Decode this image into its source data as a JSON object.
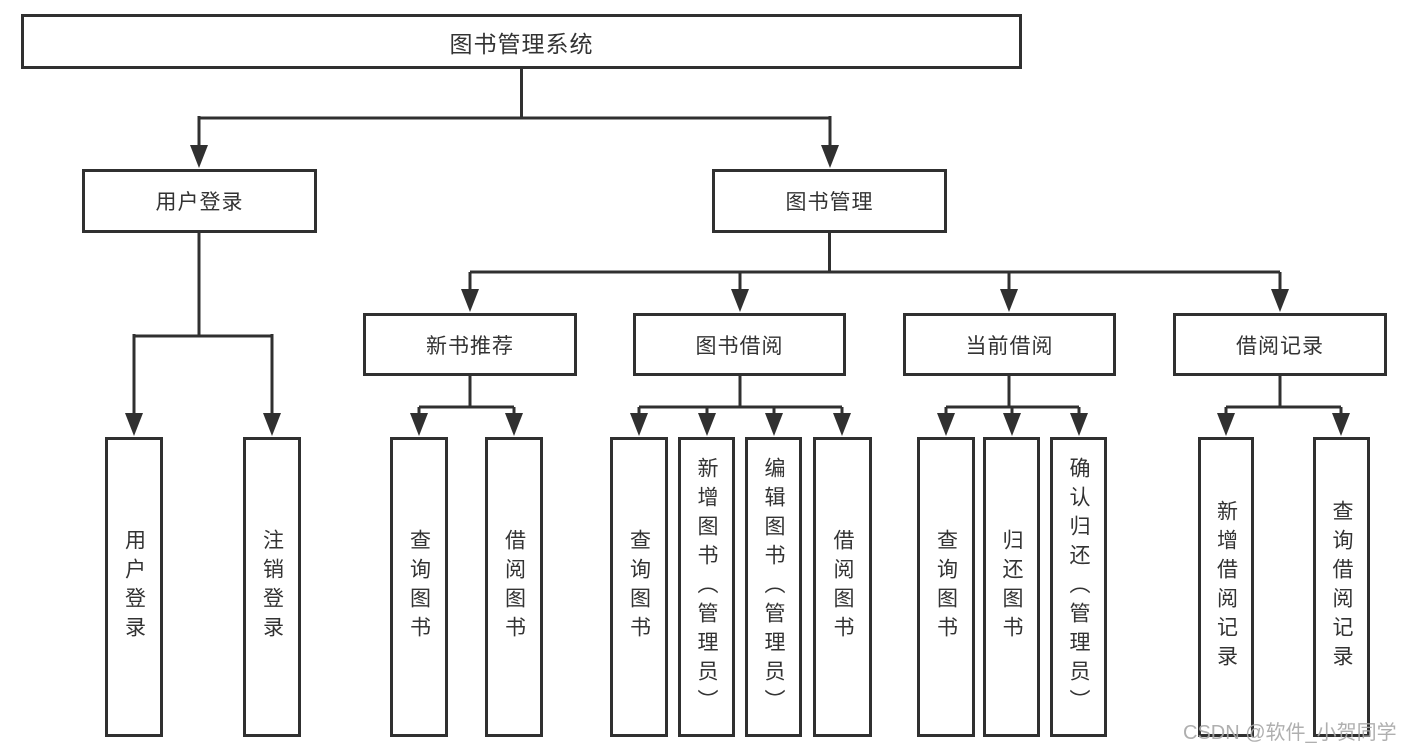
{
  "diagram": {
    "title": "图书管理系统",
    "level2": {
      "user_login": "用户登录",
      "book_mgmt": "图书管理"
    },
    "level3": {
      "new_book_rec": "新书推荐",
      "book_borrow": "图书借阅",
      "current_borrow": "当前借阅",
      "borrow_records": "借阅记录"
    },
    "leaves": {
      "user_login": "用户登录",
      "logout": "注销登录",
      "rec_query_book": "查询图书",
      "rec_borrow_book": "借阅图书",
      "borrow_query_book": "查询图书",
      "borrow_add_book": "新增图书（管理员）",
      "borrow_edit_book": "编辑图书（管理员）",
      "borrow_borrow_book": "借阅图书",
      "current_query_book": "查询图书",
      "current_return_book": "归还图书",
      "current_confirm_return": "确认归还（管理员）",
      "records_add_record": "新增借阅记录",
      "records_query_record": "查询借阅记录"
    }
  },
  "watermark": "CSDN @软件_小贺同学",
  "colors": {
    "line": "#303030",
    "text": "#333333",
    "watermark": "#a8a8a8",
    "background": "#ffffff"
  }
}
